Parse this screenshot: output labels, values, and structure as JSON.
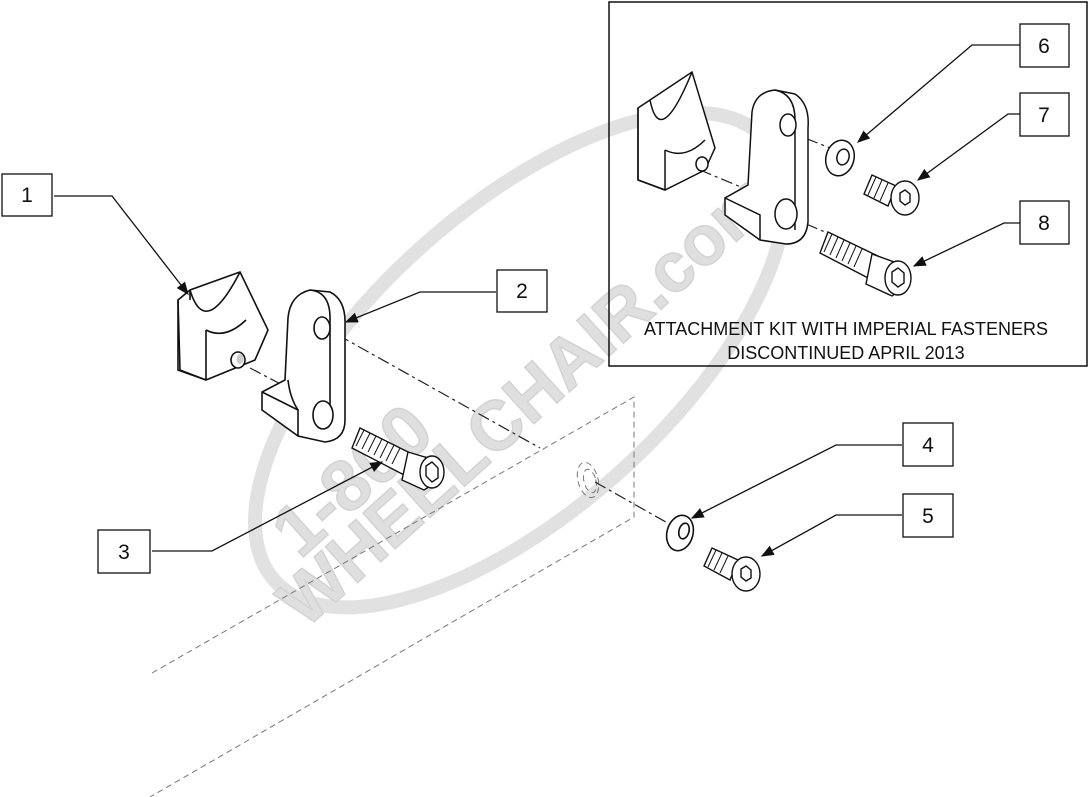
{
  "callouts": [
    {
      "id": "1",
      "label": "1"
    },
    {
      "id": "2",
      "label": "2"
    },
    {
      "id": "3",
      "label": "3"
    },
    {
      "id": "4",
      "label": "4"
    },
    {
      "id": "5",
      "label": "5"
    },
    {
      "id": "6",
      "label": "6"
    },
    {
      "id": "7",
      "label": "7"
    },
    {
      "id": "8",
      "label": "8"
    }
  ],
  "inset": {
    "note_line1": "ATTACHMENT KIT WITH IMPERIAL FASTENERS",
    "note_line2": "DISCONTINUED APRIL 2013"
  },
  "watermark": {
    "line1": "1-800",
    "line2": "WHEELCHAIR.com"
  },
  "colors": {
    "line": "#111111",
    "watermark": "#d9d9d9",
    "background": "#ffffff"
  }
}
